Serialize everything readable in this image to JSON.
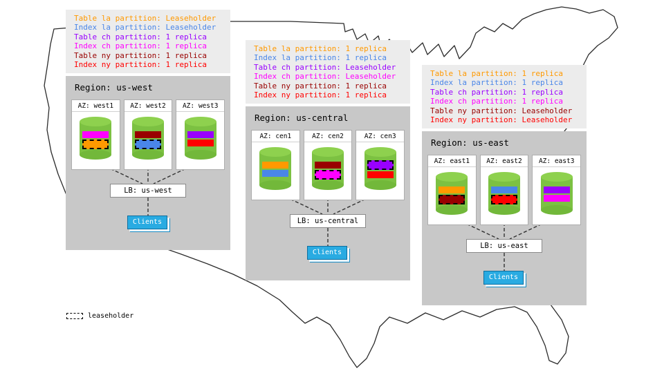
{
  "leaseholder_legend": {
    "label": "leaseholder"
  },
  "regions": [
    {
      "name": "us-west",
      "title": "Region: us-west",
      "lb_label": "LB: us-west",
      "clients_label": "Clients",
      "partition_notes": [
        {
          "text": "Table la partition: Leaseholder",
          "color": "#ff9900"
        },
        {
          "text": "Index la partition: Leaseholder",
          "color": "#4a86e8"
        },
        {
          "text": "Table ch partition: 1 replica",
          "color": "#9900ff"
        },
        {
          "text": "Index ch partition: 1 replica",
          "color": "#ff00ff"
        },
        {
          "text": "Table ny partition: 1 replica",
          "color": "#990000"
        },
        {
          "text": "Index ny partition: 1 replica",
          "color": "#ff0000"
        }
      ],
      "azs": [
        {
          "label": "AZ: west1",
          "partitions": [
            {
              "partition": "Index ch",
              "color": "#ff00ff",
              "leaseholder": false
            },
            {
              "partition": "Table la",
              "color": "#ff9900",
              "leaseholder": true
            }
          ]
        },
        {
          "label": "AZ: west2",
          "partitions": [
            {
              "partition": "Table ny",
              "color": "#990000",
              "leaseholder": false
            },
            {
              "partition": "Index la",
              "color": "#4a86e8",
              "leaseholder": true
            }
          ]
        },
        {
          "label": "AZ: west3",
          "partitions": [
            {
              "partition": "Table ch",
              "color": "#9900ff",
              "leaseholder": false
            },
            {
              "partition": "Index ny",
              "color": "#ff0000",
              "leaseholder": false
            }
          ]
        }
      ]
    },
    {
      "name": "us-central",
      "title": "Region: us-central",
      "lb_label": "LB: us-central",
      "clients_label": "Clients",
      "partition_notes": [
        {
          "text": "Table la partition: 1 replica",
          "color": "#ff9900"
        },
        {
          "text": "Index la partition: 1 replica",
          "color": "#4a86e8"
        },
        {
          "text": "Table ch partition: Leaseholder",
          "color": "#9900ff"
        },
        {
          "text": "Index ch partition: Leaseholder",
          "color": "#ff00ff"
        },
        {
          "text": "Table ny partition: 1 replica",
          "color": "#990000"
        },
        {
          "text": "Index ny partition: 1 replica",
          "color": "#ff0000"
        }
      ],
      "azs": [
        {
          "label": "AZ: cen1",
          "partitions": [
            {
              "partition": "Table la",
              "color": "#ff9900",
              "leaseholder": false
            },
            {
              "partition": "Index la",
              "color": "#4a86e8",
              "leaseholder": false
            }
          ]
        },
        {
          "label": "AZ: cen2",
          "partitions": [
            {
              "partition": "Table ny",
              "color": "#990000",
              "leaseholder": false
            },
            {
              "partition": "Index ch",
              "color": "#ff00ff",
              "leaseholder": true
            }
          ]
        },
        {
          "label": "AZ: cen3",
          "partitions": [
            {
              "partition": "Table ch",
              "color": "#9900ff",
              "leaseholder": true
            },
            {
              "partition": "Index ny",
              "color": "#ff0000",
              "leaseholder": false
            }
          ]
        }
      ]
    },
    {
      "name": "us-east",
      "title": "Region: us-east",
      "lb_label": "LB: us-east",
      "clients_label": "Clients",
      "partition_notes": [
        {
          "text": "Table la partition: 1 replica",
          "color": "#ff9900"
        },
        {
          "text": "Index la partition: 1 replica",
          "color": "#4a86e8"
        },
        {
          "text": "Table ch partition: 1 replica",
          "color": "#9900ff"
        },
        {
          "text": "Index ch partition: 1 replica",
          "color": "#ff00ff"
        },
        {
          "text": "Table ny partition: Leaseholder",
          "color": "#990000"
        },
        {
          "text": "Index ny partition: Leaseholder",
          "color": "#ff0000"
        }
      ],
      "azs": [
        {
          "label": "AZ: east1",
          "partitions": [
            {
              "partition": "Table la",
              "color": "#ff9900",
              "leaseholder": false
            },
            {
              "partition": "Table ny",
              "color": "#990000",
              "leaseholder": true
            }
          ]
        },
        {
          "label": "AZ: east2",
          "partitions": [
            {
              "partition": "Index la",
              "color": "#4a86e8",
              "leaseholder": false
            },
            {
              "partition": "Index ny",
              "color": "#ff0000",
              "leaseholder": true
            }
          ]
        },
        {
          "label": "AZ: east3",
          "partitions": [
            {
              "partition": "Table ch",
              "color": "#9900ff",
              "leaseholder": false
            },
            {
              "partition": "Index ch",
              "color": "#ff00ff",
              "leaseholder": false
            }
          ]
        }
      ]
    }
  ]
}
